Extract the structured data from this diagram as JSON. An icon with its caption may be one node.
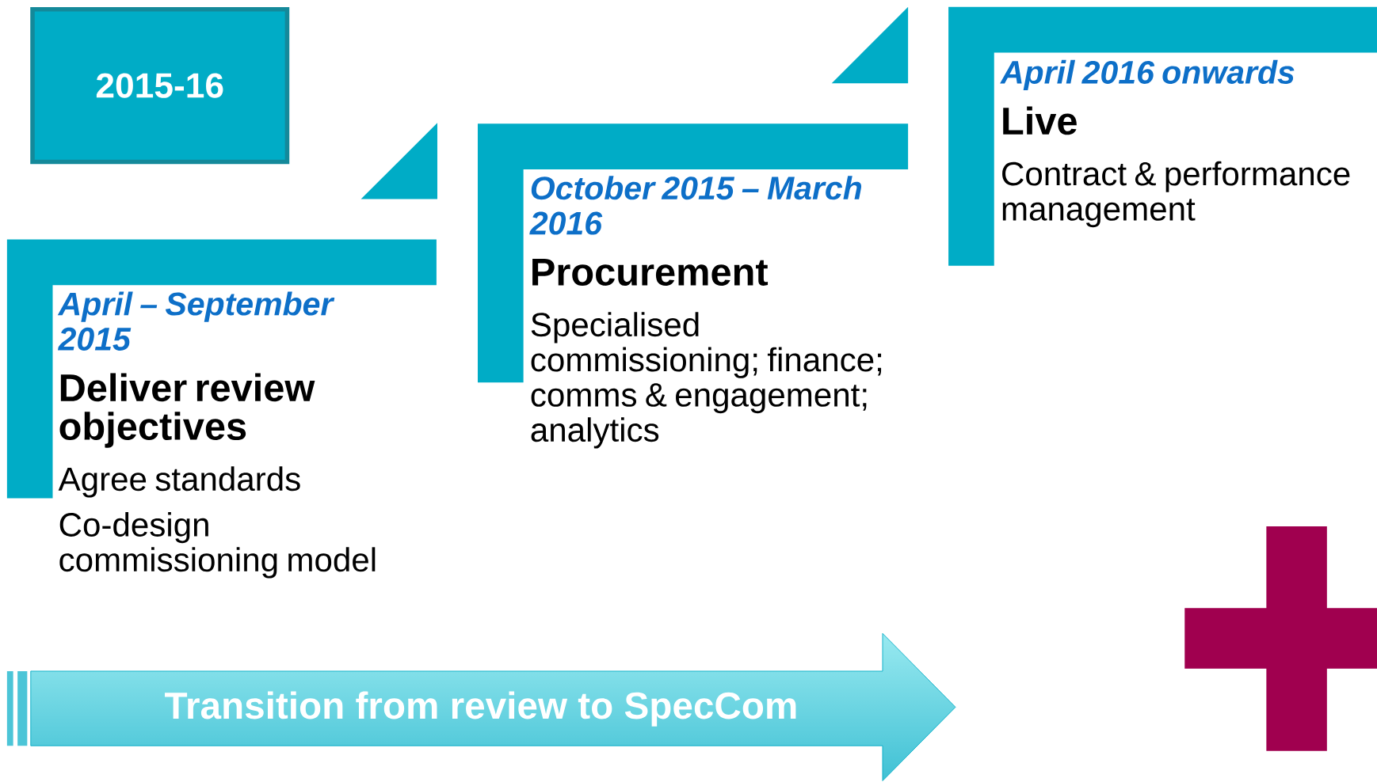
{
  "diagram": {
    "nodes": [
      {
        "text": [
          "2015-16"
        ]
      },
      {
        "text": [
          "April – September 2015",
          "Deliver review objectives",
          "Agree standards",
          "Co-design commissioning model"
        ]
      },
      {
        "text": [
          "October 2015 – March 2016",
          "Procurement",
          "Specialised commissioning; finance; comms & engagement; analytics"
        ]
      },
      {
        "text": [
          "April 2016 onwards",
          "Live",
          "Contract & performance management"
        ]
      },
      {
        "text": [
          "Transition from review to SpecCom"
        ]
      },
      {
        "text": [],
        "shape": "cross"
      }
    ]
  }
}
